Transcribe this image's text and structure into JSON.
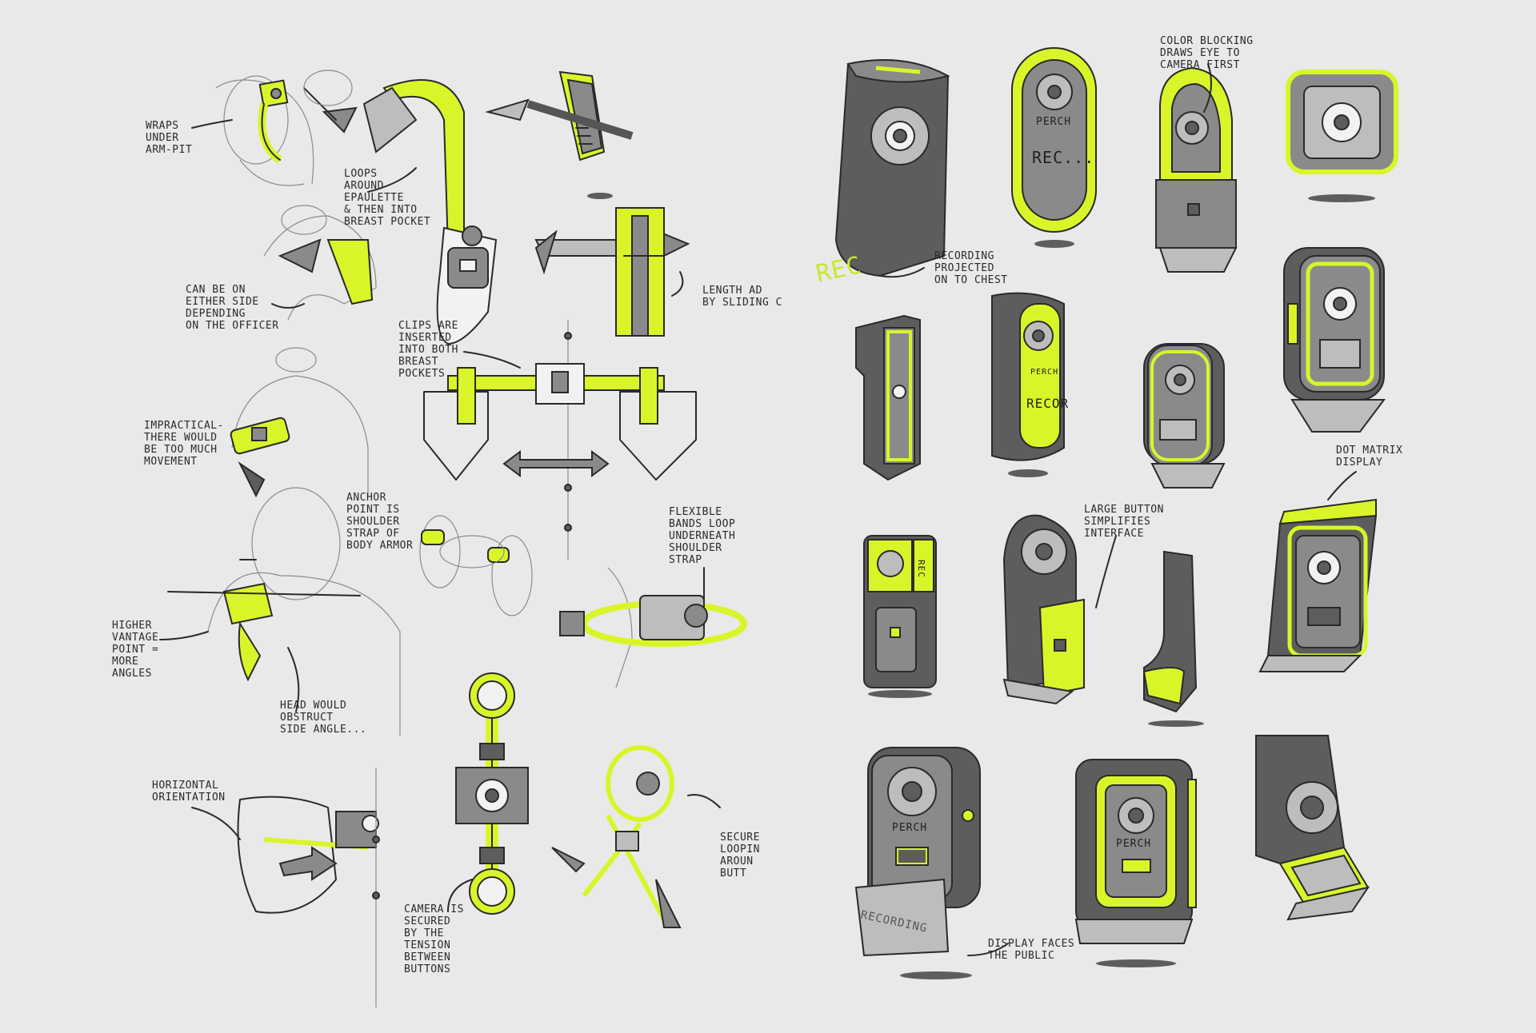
{
  "colors": {
    "background": "#e9e9e9",
    "accent": "#d9f52a",
    "body_grey": "#8a8a8a",
    "dark_grey": "#5d5d5d",
    "ink": "#2a2a2a"
  },
  "left_notes": {
    "wraps_under": "WRAPS\nUNDER\nARM-PIT",
    "loops_around": "LOOPS\nAROUND\nEPAULETTE\n& THEN INTO\nBREAST POCKET",
    "either_side": "CAN BE ON\nEITHER SIDE\nDEPENDING\nON THE OFFICER",
    "length_adj": "LENGTH AD\nBY SLIDING C",
    "clips_inserted": "CLIPS ARE\nINSERTED\nINTO BOTH\nBREAST\nPOCKETS",
    "impractical": "IMPRACTICAL-\nTHERE WOULD\nBE TOO MUCH\nMOVEMENT",
    "anchor_point": "ANCHOR\nPOINT IS\nSHOULDER\nSTRAP OF\nBODY ARMOR",
    "flexible_bands": "FLEXIBLE\nBANDS LOOP\nUNDERNEATH\nSHOULDER\nSTRAP",
    "higher_vantage": "HIGHER\nVANTAGE\nPOINT =\nMORE\nANGLES",
    "head_obstruct": "HEAD WOULD\nOBSTRUCT\nSIDE ANGLE...",
    "horizontal": "HORIZONTAL\nORIENTATION",
    "camera_secured": "CAMERA IS\nSECURED\nBY THE\nTENSION\nBETWEEN\nBUTTONS",
    "secured_looping": "SECURE\nLOOPIN\nAROUN\nBUTT"
  },
  "right_notes": {
    "color_blocking": "COLOR BLOCKING\nDRAWS EYE TO\nCAMERA FIRST",
    "recording_projected": "RECORDING\nPROJECTED\nON TO CHEST",
    "large_button": "LARGE BUTTON\nSIMPLIFIES\nINTERFACE",
    "dot_matrix": "DOT MATRIX\nDISPLAY",
    "display_faces": "DISPLAY FACES\nTHE PUBLIC"
  },
  "device_labels": {
    "rec_projected": "REC",
    "perch_1": "PERCH",
    "rec_1": "REC...",
    "perch_2": "PERCH",
    "recor": "RECOR",
    "rec_side": "REC",
    "perch_3": "PERCH",
    "perch_4": "PERCH",
    "recording": "RECORDING"
  }
}
